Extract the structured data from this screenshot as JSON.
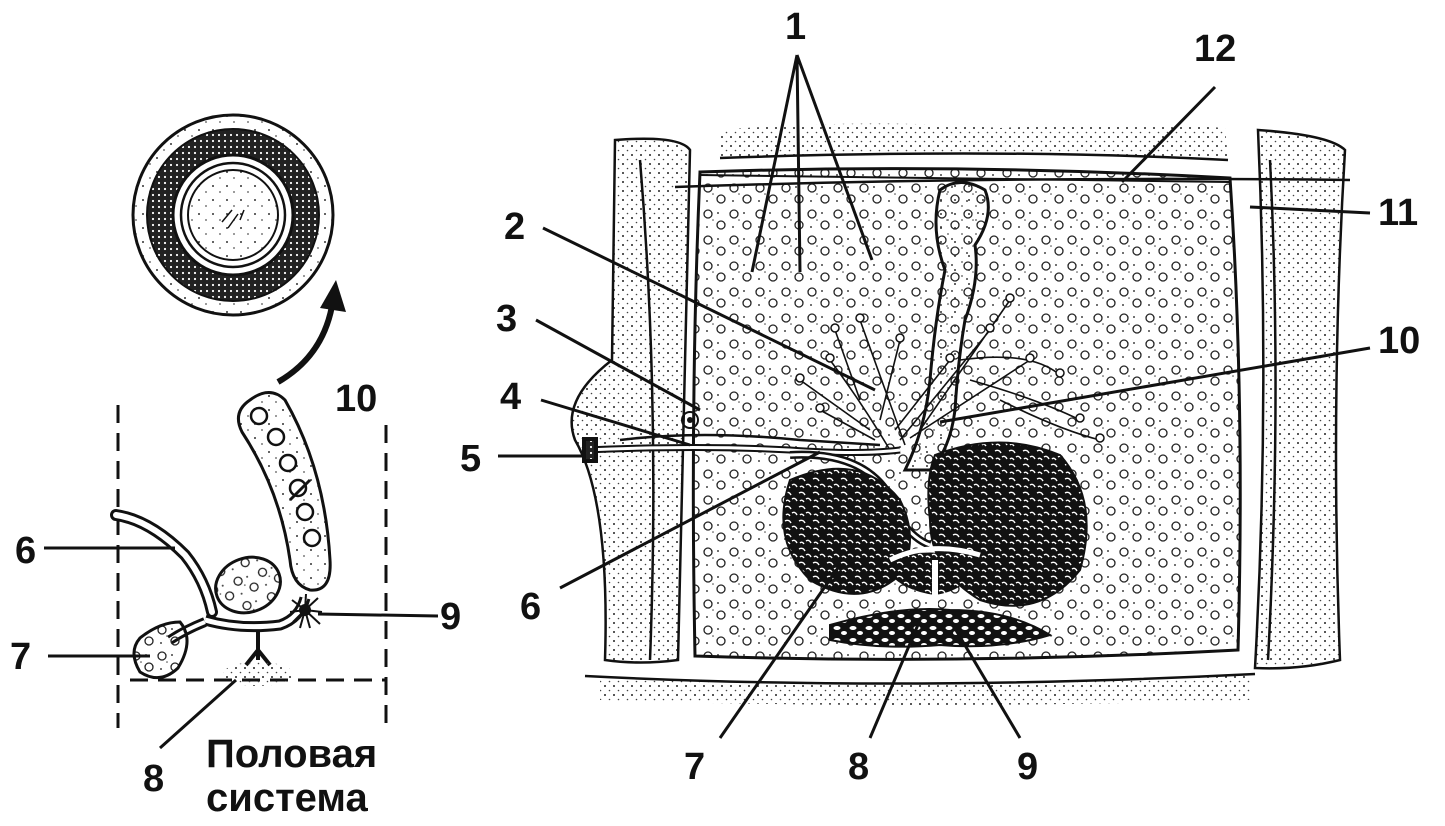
{
  "labels": {
    "n1": "1",
    "n2": "2",
    "n3": "3",
    "n4": "4",
    "n5": "5",
    "n6": "6",
    "n7": "7",
    "n8": "8",
    "n9": "9",
    "n10": "10",
    "n11": "11",
    "n12": "12"
  },
  "caption": {
    "line1": "Половая",
    "line2": "система"
  },
  "colors": {
    "ink": "#111111",
    "stipple": "#333333",
    "background": "#ffffff"
  }
}
